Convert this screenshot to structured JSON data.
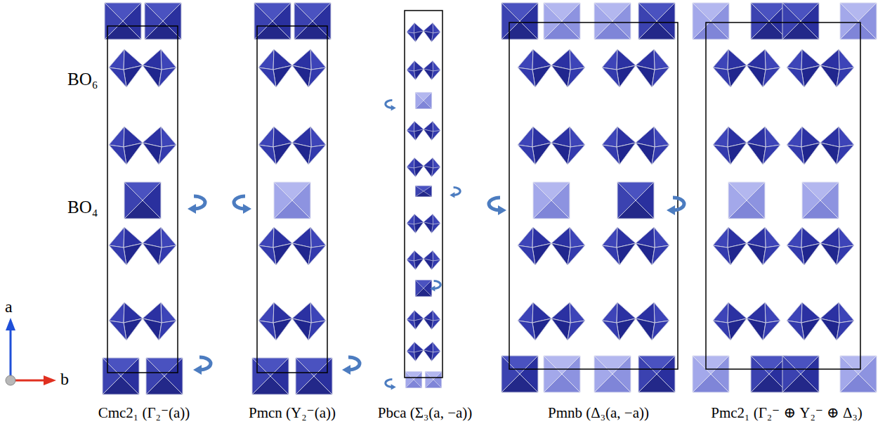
{
  "diagram": {
    "labels": [
      "BO₆",
      "BO₄",
      "a",
      "b",
      "Cmc2₁ (Γ₂⁻(a))",
      "Pmcn (Y₂⁻(a))",
      "Pbca (Σ₃(a, −a))",
      "Pmnb (Δ₃(a, −a))",
      "Pmc2₁ (Γ₂⁻ ⊕ Y₂⁻ ⊕ Δ₃)"
    ]
  }
}
